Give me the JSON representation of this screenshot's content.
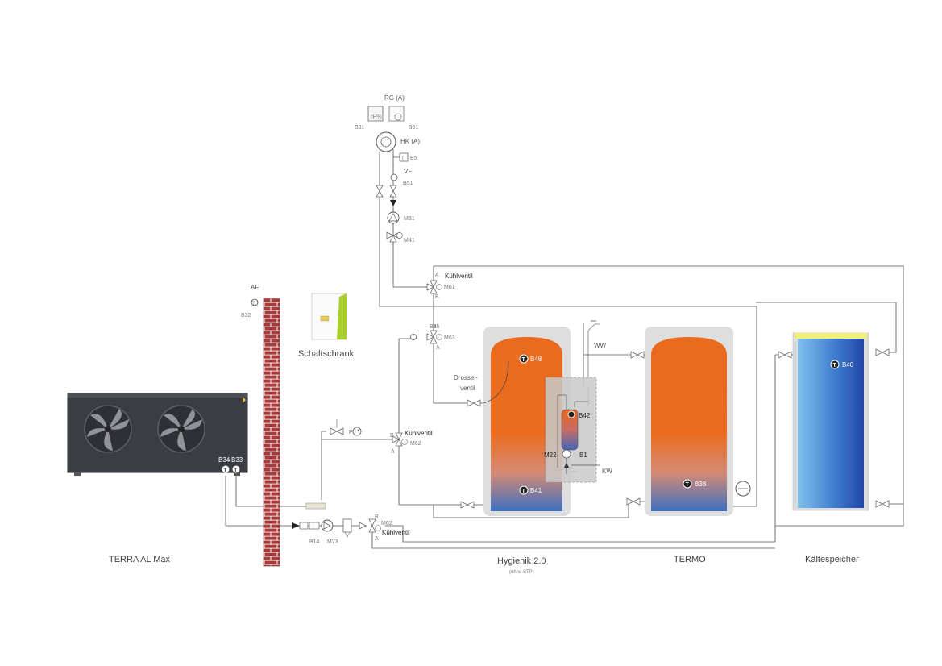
{
  "units": {
    "heat_pump": "TERRA AL Max",
    "cabinet": "Schaltschrank",
    "outdoor_sensor": "AF",
    "storage_1": "Hygienik 2.0",
    "storage_1_note": "(ohne STP)",
    "storage_2": "TERMO",
    "storage_3": "Kältespeicher"
  },
  "labels": {
    "room_unit": "RG (A)",
    "heating_circuit": "HK (A)",
    "vf": "VF",
    "ww": "WW",
    "kw": "KW",
    "drossel_1": "Drossel-",
    "drossel_2": "ventil",
    "kuehlventil_m61": "Kühlventil",
    "kuehlventil_m62_top": "Kühlventil",
    "kuehlventil_m62_bottom": "Kühlventil",
    "p_label": "P",
    "port_a": "A",
    "port_b": "B",
    "rh_display": "rH%"
  },
  "sensors": {
    "b31": "B31",
    "b61": "B61",
    "b5": "B5",
    "b51": "B51",
    "m31": "M31",
    "m41": "M41",
    "m61": "M61",
    "m63": "M63",
    "m62_top": "M62",
    "m62_bottom": "M62",
    "b45": "B45",
    "b32": "B32",
    "b34": "B34",
    "b33": "B33",
    "b14": "B14",
    "m73": "M73",
    "b48": "B48",
    "b41": "B41",
    "b42": "B42",
    "m22": "M22",
    "b1": "B1",
    "b38": "B38",
    "b40": "B40"
  },
  "sensor_symbol": "T",
  "colors": {
    "hot": "#ea6a1e",
    "cold": "#3a6fbf",
    "chiller_blue": "#2a55b5",
    "brick": "#a83a3a",
    "module_bg": "#c9c9c9",
    "pipe": "#7c7c7c",
    "heatpump_body": "#3a3d44",
    "cabinet_accent": "#a8cf2e",
    "lid_yellow": "#f2ee7a"
  }
}
